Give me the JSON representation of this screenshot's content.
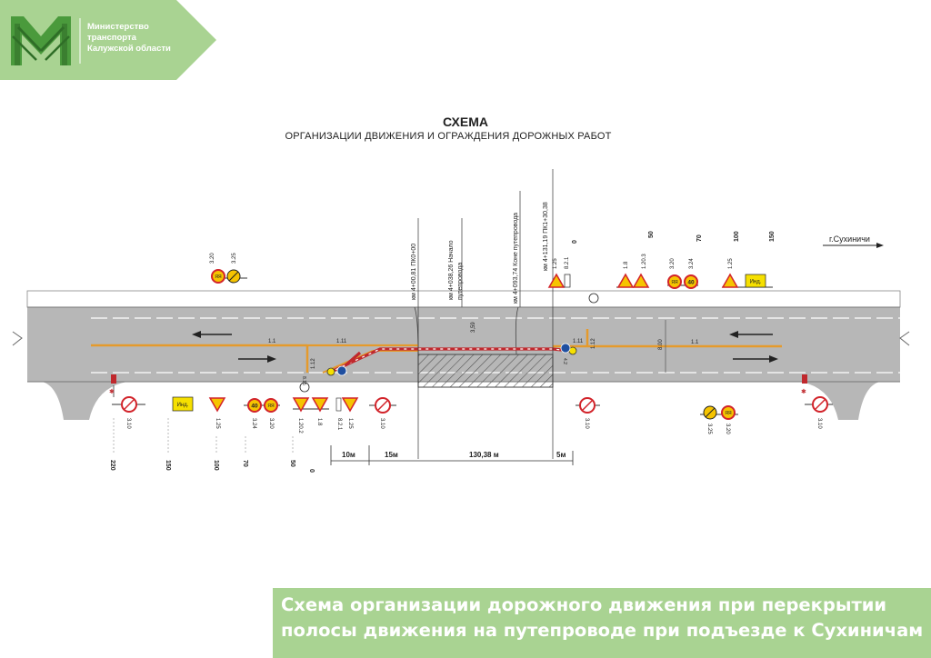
{
  "header": {
    "ministry_line1": "Министерство",
    "ministry_line2": "транспорта",
    "ministry_line3": "Калужской области",
    "logo_icon": "ministry-m-logo-icon"
  },
  "scheme": {
    "title": "СХЕМА",
    "subtitle": "ОРГАНИЗАЦИИ ДВИЖЕНИЯ И ОГРАЖДЕНИЯ ДОРОЖНЫХ РАБОТ",
    "direction_label": "г.Сухиничи",
    "chainage": {
      "pk0": "км 4+00,81 ПК0+00",
      "bridge_start_1": "км 4+038,26 Начало",
      "bridge_start_2": "путепровода",
      "bridge_end": "км 4+093,74 Коне путепровода",
      "pk1": "км 4+131,19 ПК1+30,38"
    },
    "top_distances": [
      "0",
      "50",
      "70",
      "100",
      "150"
    ],
    "bottom_distances": [
      "220",
      "150",
      "100",
      "70",
      "50",
      "0"
    ],
    "segments": [
      "10м",
      "15м",
      "130,38 м",
      "5м"
    ],
    "markings": {
      "m1_1": "1.1",
      "m1_11": "1.11",
      "m1_12": "1.12",
      "width": "8.00",
      "bridge_width": "3,59",
      "bridge_width2": "3,5"
    },
    "signs_top": {
      "s3_20": "3.20",
      "s3_25": "3.25",
      "s1_25a": "1.25",
      "s8_2_1": "8.2.1",
      "s1_8": "1.8",
      "s1_20_3": "1.20.3",
      "s3_20b": "3.20",
      "s3_24": "3.24",
      "s1_25b": "1.25"
    },
    "signs_bottom": {
      "s3_10a": "3.10",
      "s1_25": "1.25",
      "s3_24": "3.24",
      "s3_20": "3.20",
      "s1_20_2": "1.20.2",
      "s1_8": "1.8",
      "s1_25b": "1.25",
      "s8_2_1": "8.2.1",
      "s3_10b": "3.10",
      "s3_10c": "3.10",
      "s3_25": "3.25",
      "s3_20b": "3.20",
      "s3_10d": "3.10",
      "s8_15": "8.15",
      "s4_2": "4.2"
    },
    "sign_text": {
      "speed": "40",
      "ind": "Инд.",
      "overtake": "ЯЯ"
    },
    "colors": {
      "road": "#b7b7b7",
      "orange_marking": "#e59a2c",
      "warning_yellow": "#f6c400",
      "prohibit_red": "#d2232a",
      "fence_red": "#c0282d"
    }
  },
  "caption": {
    "line1": "Схема организации дорожного движения при перекрытии",
    "line2": "полосы движения на путепроводе при подъезде к Сухиничам"
  },
  "brand_colors": {
    "banner_green": "#a9d392",
    "logo_green": "#4a9a3c"
  }
}
